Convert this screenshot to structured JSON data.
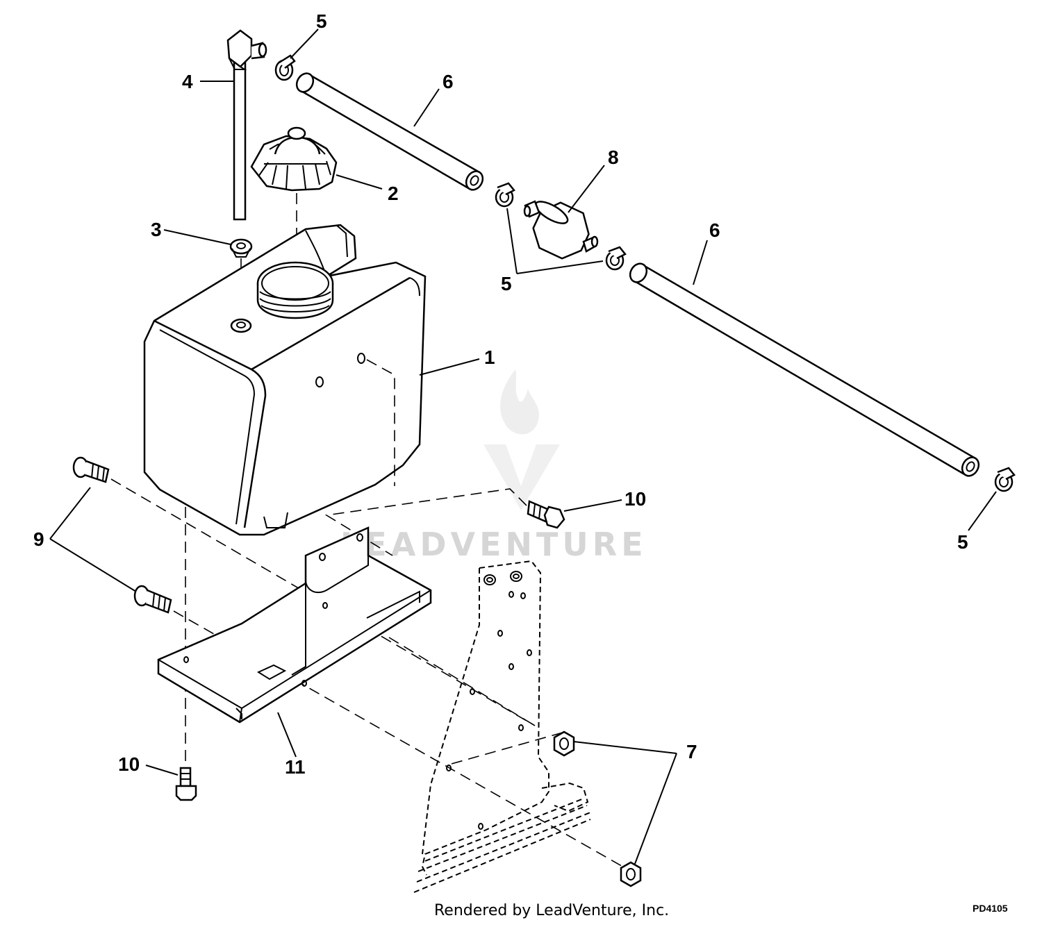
{
  "diagram": {
    "callouts": [
      {
        "id": "c5a",
        "label": "5"
      },
      {
        "id": "c4",
        "label": "4"
      },
      {
        "id": "c6a",
        "label": "6"
      },
      {
        "id": "c8",
        "label": "8"
      },
      {
        "id": "c2",
        "label": "2"
      },
      {
        "id": "c3",
        "label": "3"
      },
      {
        "id": "c6b",
        "label": "6"
      },
      {
        "id": "c5b",
        "label": "5"
      },
      {
        "id": "c1",
        "label": "1"
      },
      {
        "id": "c10a",
        "label": "10"
      },
      {
        "id": "c9",
        "label": "9"
      },
      {
        "id": "c5c",
        "label": "5"
      },
      {
        "id": "c7",
        "label": "7"
      },
      {
        "id": "c10b",
        "label": "10"
      },
      {
        "id": "c11",
        "label": "11"
      }
    ],
    "watermark": "LEADVENTURE",
    "footer_text": "Rendered by LeadVenture, Inc.",
    "diagram_code": "PD4105"
  }
}
